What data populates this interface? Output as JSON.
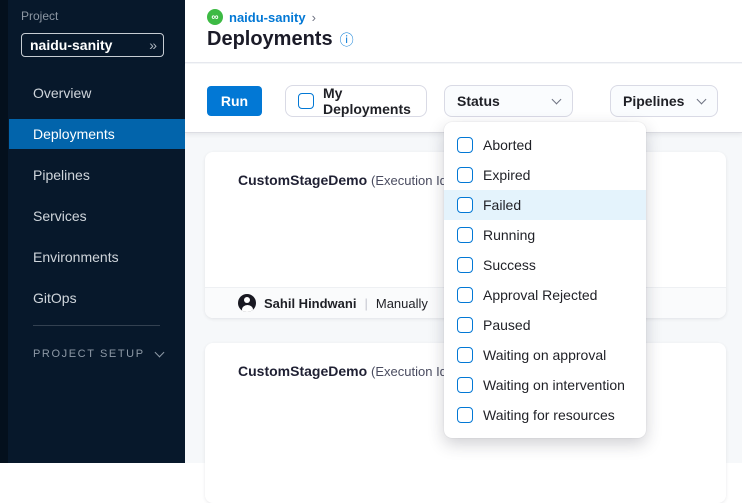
{
  "sidebar": {
    "project_label": "Project",
    "project_name": "naidu-sanity",
    "expand_glyph": "»",
    "items": [
      {
        "label": "Overview",
        "selected": false
      },
      {
        "label": "Deployments",
        "selected": true
      },
      {
        "label": "Pipelines",
        "selected": false
      },
      {
        "label": "Services",
        "selected": false
      },
      {
        "label": "Environments",
        "selected": false
      },
      {
        "label": "GitOps",
        "selected": false
      }
    ],
    "setup_label": "PROJECT SETUP"
  },
  "header": {
    "breadcrumb_project": "naidu-sanity",
    "breadcrumb_chevron": "›",
    "title": "Deployments",
    "info_glyph": "ⓘ",
    "cd_icon_glyph": "∞"
  },
  "toolbar": {
    "run_label": "Run",
    "my_deployments_label": "My Deployments",
    "status_label": "Status",
    "pipelines_label": "Pipelines"
  },
  "status_menu": {
    "items": [
      {
        "label": "Aborted",
        "checked": false,
        "highlighted": false
      },
      {
        "label": "Expired",
        "checked": false,
        "highlighted": false
      },
      {
        "label": "Failed",
        "checked": false,
        "highlighted": true
      },
      {
        "label": "Running",
        "checked": false,
        "highlighted": false
      },
      {
        "label": "Success",
        "checked": false,
        "highlighted": false
      },
      {
        "label": "Approval Rejected",
        "checked": false,
        "highlighted": false
      },
      {
        "label": "Paused",
        "checked": false,
        "highlighted": false
      },
      {
        "label": "Waiting on approval",
        "checked": false,
        "highlighted": false
      },
      {
        "label": "Waiting on intervention",
        "checked": false,
        "highlighted": false
      },
      {
        "label": "Waiting for resources",
        "checked": false,
        "highlighted": false
      }
    ]
  },
  "deployments": [
    {
      "pipeline": "CustomStageDemo",
      "meta": "(Execution Id",
      "triggered_by": "Sahil Hindwani",
      "separator": "|",
      "trigger_type": "Manually"
    },
    {
      "pipeline": "CustomStageDemo",
      "meta": "(Execution Id"
    }
  ],
  "colors": {
    "accent_blue": "#0278d5",
    "nav_selected_blue": "#0264ab",
    "sidebar_bg": "#07182b",
    "menu_highlight": "#e4f3fc",
    "cd_icon_green": "#3dba44",
    "page_bg": "#f6f8fa"
  }
}
